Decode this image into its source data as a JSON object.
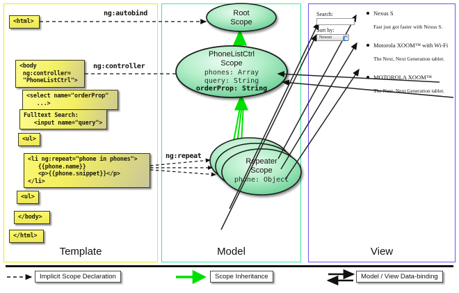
{
  "panels": {
    "template": {
      "label": "Template",
      "border_color": "#f2e900"
    },
    "model": {
      "label": "Model",
      "border_color": "#3be59a"
    },
    "view": {
      "label": "View",
      "border_color": "#6b4ef0"
    }
  },
  "template_boxes": [
    {
      "id": "html-open",
      "text": "<html>"
    },
    {
      "id": "body-open",
      "text": "<body\n ng:controller=\n \"PhoneListCtrl\">"
    },
    {
      "id": "select",
      "text": "<select name=\"orderProp\"\n   ...>"
    },
    {
      "id": "fulltext",
      "text": "Fulltext Search:\n   <input name=\"query\">"
    },
    {
      "id": "ul-open",
      "text": "<ul>"
    },
    {
      "id": "li-repeat",
      "text": "<li ng:repeat=\"phone in phones\">\n   {{phone.name}}\n   <p>{{phone.snippet}}</p>\n</li>"
    },
    {
      "id": "ul-close",
      "text": "<ul>"
    },
    {
      "id": "body-close",
      "text": "</body>"
    },
    {
      "id": "html-close",
      "text": "</html>"
    }
  ],
  "connectors": [
    {
      "id": "ng-autobind",
      "text": "ng:autobind"
    },
    {
      "id": "ng-controller",
      "text": "ng:controller"
    },
    {
      "id": "ng-repeat",
      "text": "ng:repeat"
    }
  ],
  "model_scopes": [
    {
      "id": "root-scope",
      "title_line1": "Root",
      "title_line2": "Scope",
      "props": []
    },
    {
      "id": "phonelistctrl-scope",
      "title_line1": "PhoneListCtrl",
      "title_line2": "Scope",
      "props": [
        {
          "text": "phones: Array",
          "bold": false
        },
        {
          "text": "query: String",
          "bold": false
        },
        {
          "text": "orderProp: String",
          "bold": true
        }
      ]
    },
    {
      "id": "repeater-scope",
      "title_line1": "Repeater",
      "title_line2": "Scope",
      "props": [
        {
          "text": "phone: Object",
          "bold": false
        }
      ]
    }
  ],
  "view": {
    "search_label": "Search:",
    "search_value": "",
    "search_placeholder": "",
    "sort_label": "Sort by:",
    "sort_selected": "Newest",
    "sort_options": [
      "Newest"
    ],
    "phones": [
      {
        "name": "Nexus S",
        "snippet": "Fast just got faster with Nexus S."
      },
      {
        "name": "Motorola XOOM™  with Wi-Fi",
        "snippet": "The Next, Next Generation tablet."
      },
      {
        "name": "MOTOROLA XOOM™",
        "snippet": "The Next, Next Generation tablet."
      }
    ]
  },
  "legend": [
    {
      "id": "implicit-scope-declaration",
      "label": "Implicit Scope Declaration",
      "style": "dashed-arrow",
      "color": "#111111"
    },
    {
      "id": "scope-inheritance",
      "label": "Scope Inheritance",
      "style": "green-arrow",
      "color": "#00e000"
    },
    {
      "id": "model-view-data-binding",
      "label": "Model / View Data-binding",
      "style": "double-arrow",
      "color": "#111111"
    }
  ]
}
